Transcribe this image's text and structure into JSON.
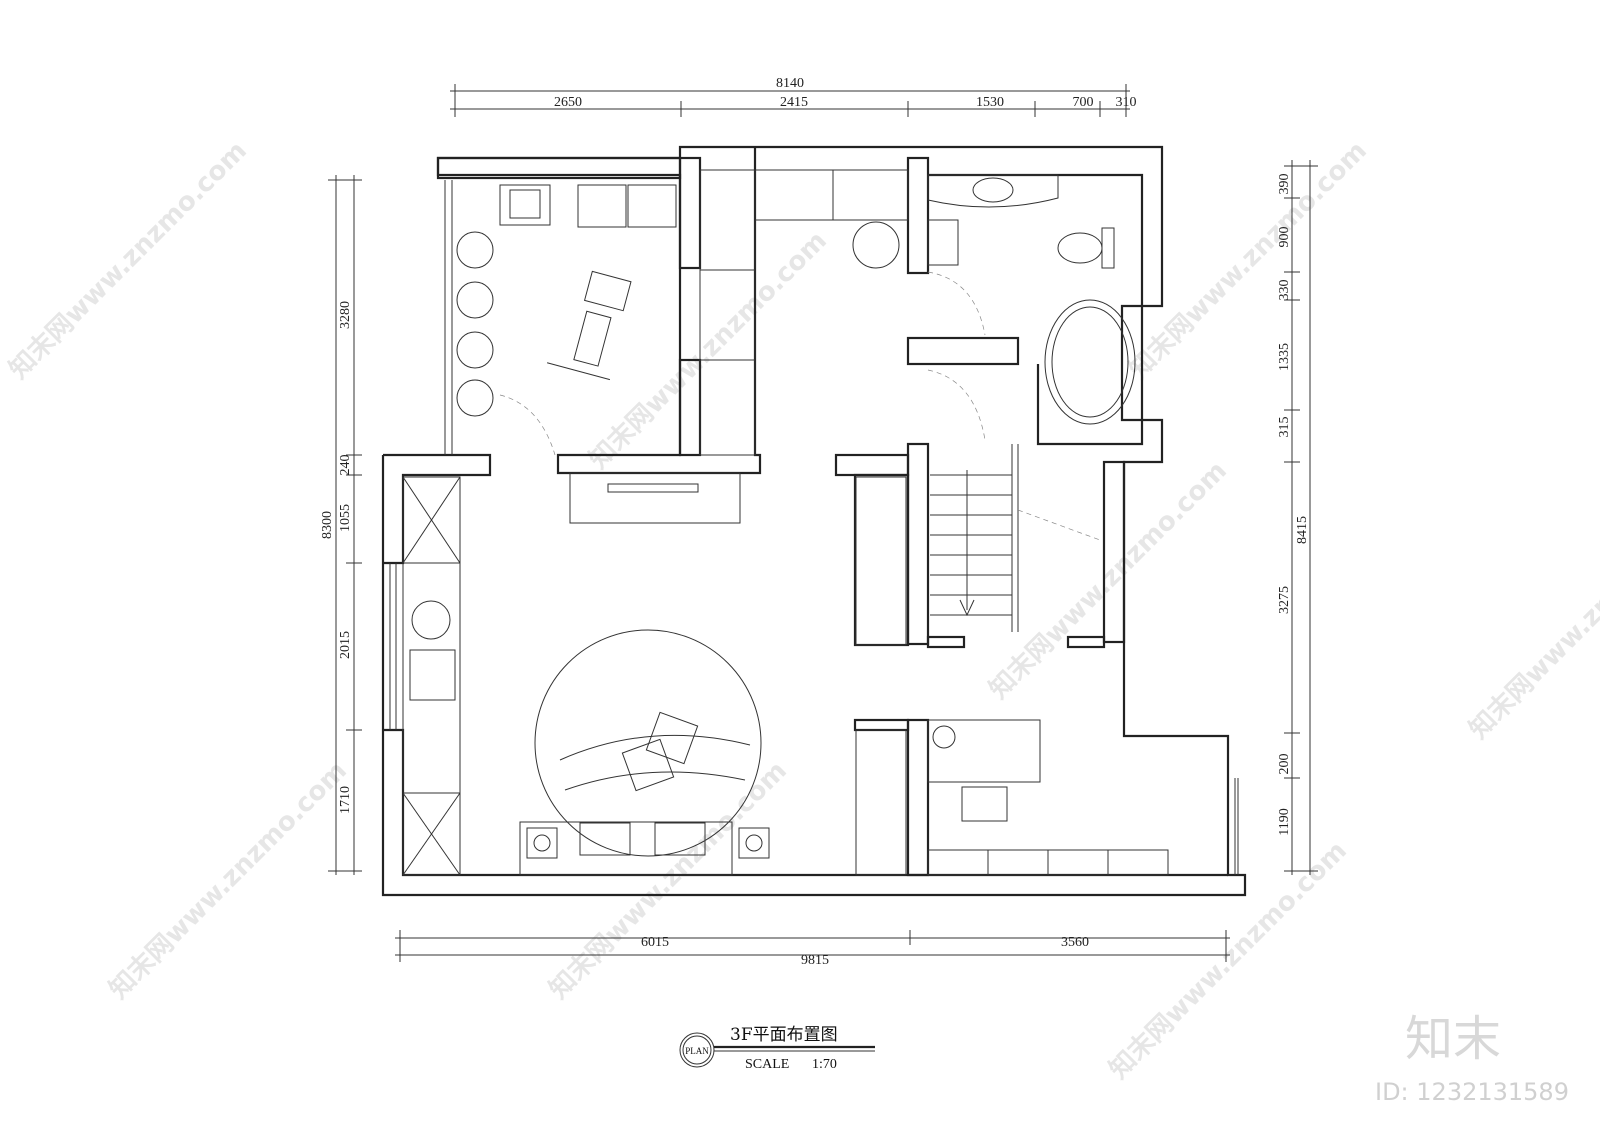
{
  "dims_top": {
    "overall": "8140",
    "segments": [
      "2650",
      "2415",
      "1530",
      "700",
      "310"
    ]
  },
  "dims_bottom": {
    "overall": "9815",
    "segments": [
      "6015",
      "3560"
    ]
  },
  "dims_left": {
    "overall": "8300",
    "segments": [
      "3280",
      "240",
      "1055",
      "2015",
      "1710"
    ]
  },
  "dims_right": {
    "overall": "8415",
    "segments": [
      "390",
      "900",
      "330",
      "1335",
      "315",
      "3275",
      "200",
      "1190"
    ]
  },
  "title": {
    "name": "3F平面布置图",
    "badge": "PLAN",
    "scale_label": "SCALE",
    "scale_value": "1:70"
  },
  "watermark": {
    "text": "知末网www.znzmo.com",
    "brand": "知末",
    "id": "ID: 1232131589"
  }
}
